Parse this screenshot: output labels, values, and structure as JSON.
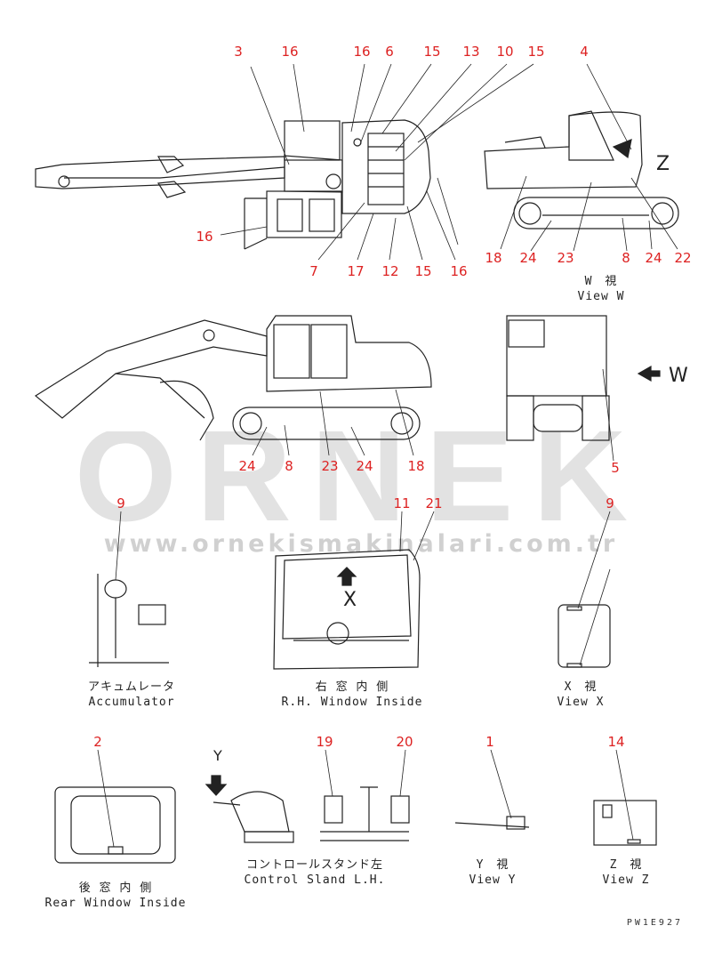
{
  "part_numbers": {
    "top_row": [
      "3",
      "16",
      "16",
      "6",
      "15",
      "13",
      "10",
      "15",
      "4"
    ],
    "plan_left": "16",
    "plan_bottom": [
      "7",
      "17",
      "12",
      "15",
      "16"
    ],
    "sideA": [
      "18",
      "24",
      "23",
      "8",
      "24",
      "22"
    ],
    "sideB": [
      "24",
      "8",
      "23",
      "24",
      "18"
    ],
    "rear": "5",
    "acc": "9",
    "win_r": [
      "11",
      "21"
    ],
    "view_x": "9",
    "rear_win": "2",
    "stand": [
      "19",
      "20"
    ],
    "view_y": "1",
    "view_z": "14"
  },
  "view_letters": {
    "z": "Z",
    "w": "W",
    "x": "X",
    "y": "Y"
  },
  "captions": {
    "view_w_jp": "W　視",
    "view_w": "View W",
    "acc_jp": "アキュムレータ",
    "acc": "Accumulator",
    "rwin_jp": "右 窓 内 側",
    "rwin": "R.H. Window Inside",
    "viewx_jp": "X　視",
    "viewx": "View X",
    "rearwin_jp": "後 窓 内 側",
    "rearwin": "Rear Window Inside",
    "stand_jp": "コントロールスタンド左",
    "stand": "Control Sland L.H.",
    "viewy_jp": "Y　視",
    "viewy": "View Y",
    "viewz_jp": "Z　視",
    "viewz": "View Z"
  },
  "drawing_code": "PW1E927",
  "watermark": {
    "logo": "ORNEK",
    "url": "www.ornekismakinalari.com.tr"
  }
}
